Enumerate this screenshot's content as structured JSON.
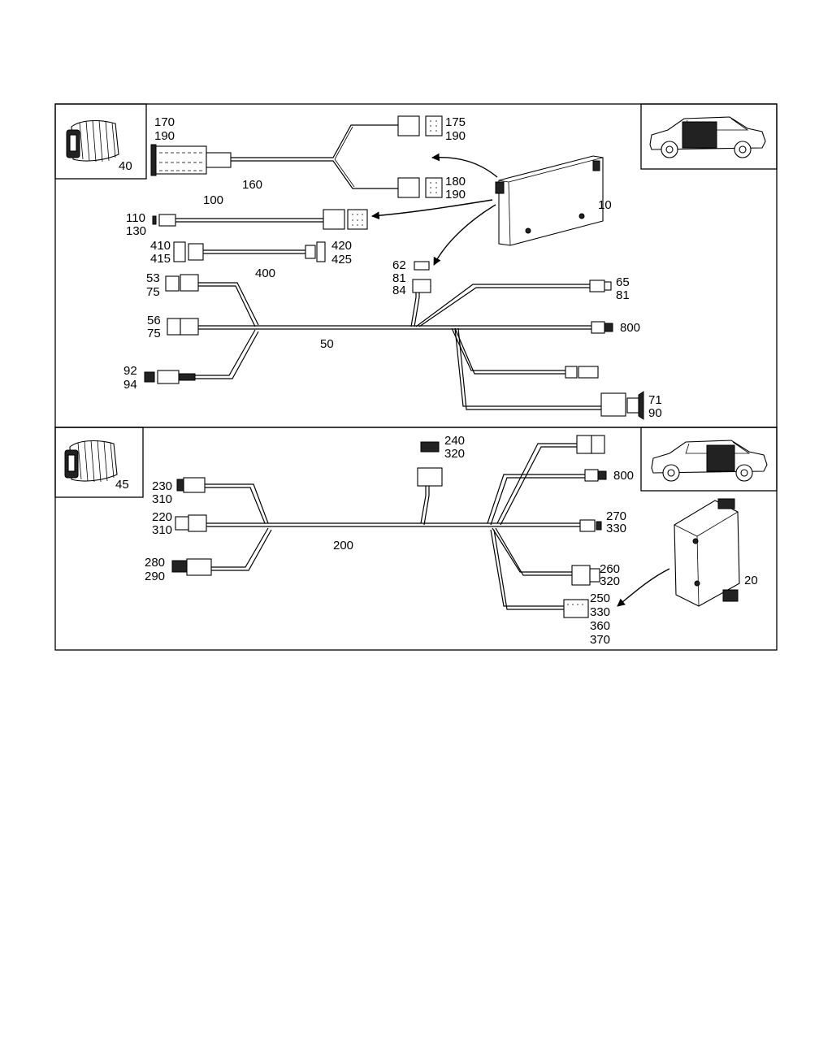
{
  "labels": {
    "l10": "10",
    "l20": "20",
    "l40": "40",
    "l45": "45",
    "l50": "50",
    "l53": "53",
    "l56": "56",
    "l62": "62",
    "l65": "65",
    "l71": "71",
    "l75a": "75",
    "l75b": "75",
    "l81a": "81",
    "l81b": "81",
    "l84": "84",
    "l90": "90",
    "l92": "92",
    "l94": "94",
    "l100": "100",
    "l110": "110",
    "l130": "130",
    "l160": "160",
    "l170": "170",
    "l175": "175",
    "l180": "180",
    "l190a": "190",
    "l190b": "190",
    "l190c": "190",
    "l200": "200",
    "l220": "220",
    "l230": "230",
    "l240": "240",
    "l250": "250",
    "l260": "260",
    "l270": "270",
    "l280": "280",
    "l290": "290",
    "l310a": "310",
    "l310b": "310",
    "l320a": "320",
    "l320b": "320",
    "l330a": "330",
    "l330b": "330",
    "l360": "360",
    "l370": "370",
    "l400": "400",
    "l410": "410",
    "l415": "415",
    "l420": "420",
    "l425": "425",
    "l800a": "800",
    "l800b": "800"
  }
}
